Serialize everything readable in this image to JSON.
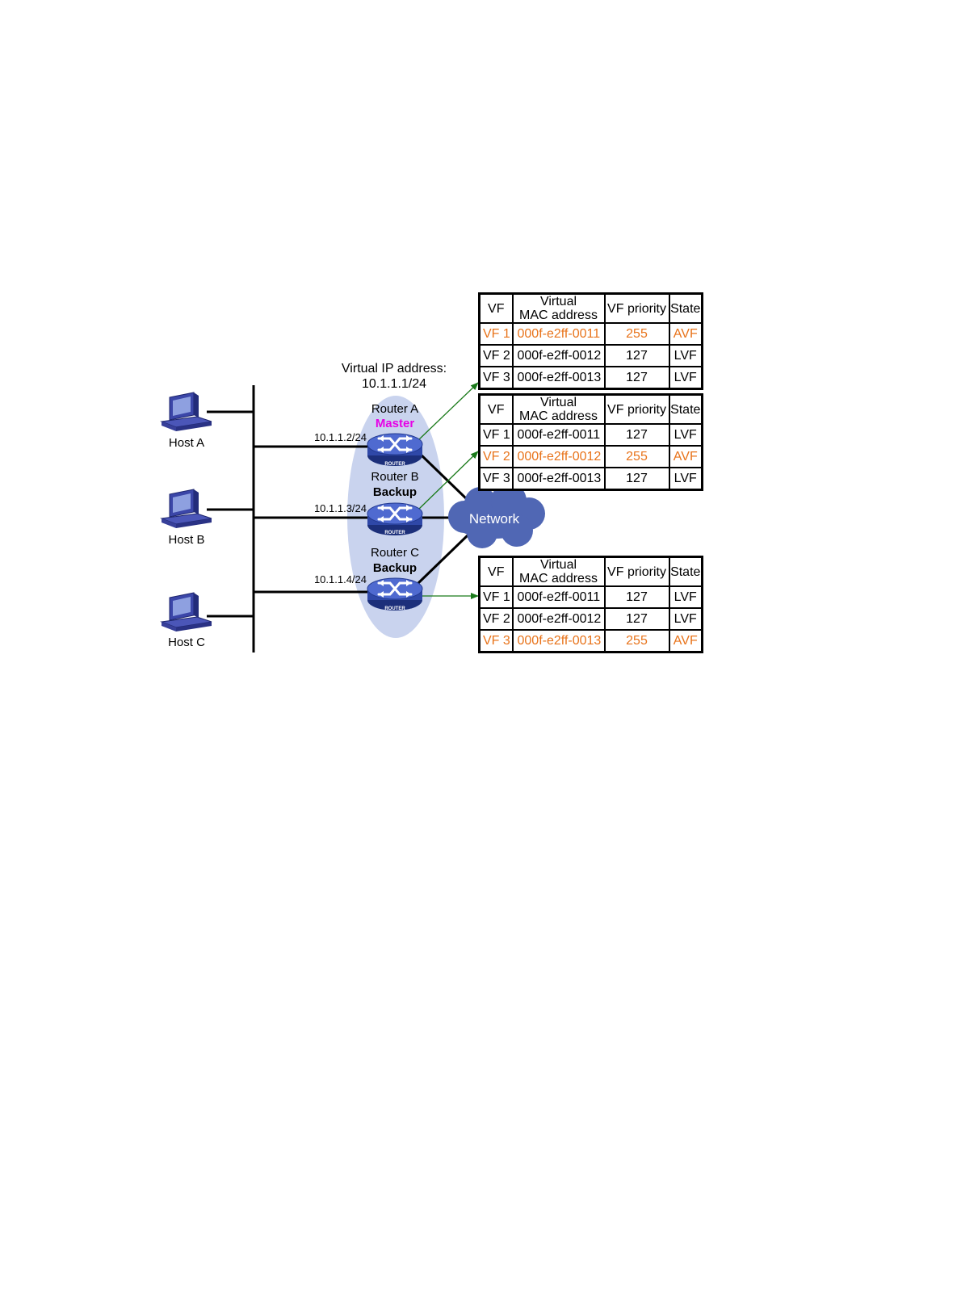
{
  "virtual_ip": {
    "line1": "Virtual IP address:",
    "line2": "10.1.1.1/24"
  },
  "hosts": [
    {
      "name": "Host A"
    },
    {
      "name": "Host B"
    },
    {
      "name": "Host C"
    }
  ],
  "routers": [
    {
      "name": "Router A",
      "role": "Master",
      "ip": "10.1.1.2/24",
      "badge": "ROUTER"
    },
    {
      "name": "Router B",
      "role": "Backup",
      "ip": "10.1.1.3/24",
      "badge": "ROUTER"
    },
    {
      "name": "Router C",
      "role": "Backup",
      "ip": "10.1.1.4/24",
      "badge": "ROUTER"
    }
  ],
  "network": {
    "label": "Network"
  },
  "colors": {
    "master": "#e600e6",
    "active": "#e8731a",
    "cloud": "#5067b4",
    "group": "#c9d3ee",
    "arrow": "#1a7a1a"
  },
  "table_headers": {
    "vf": "VF",
    "mac_line1": "Virtual",
    "mac_line2": "MAC address",
    "priority": "VF priority",
    "state": "State"
  },
  "tables": [
    {
      "rows": [
        {
          "vf": "VF 1",
          "mac": "000f-e2ff-0011",
          "priority": "255",
          "state": "AVF",
          "active": true
        },
        {
          "vf": "VF 2",
          "mac": "000f-e2ff-0012",
          "priority": "127",
          "state": "LVF",
          "active": false
        },
        {
          "vf": "VF 3",
          "mac": "000f-e2ff-0013",
          "priority": "127",
          "state": "LVF",
          "active": false
        }
      ]
    },
    {
      "rows": [
        {
          "vf": "VF 1",
          "mac": "000f-e2ff-0011",
          "priority": "127",
          "state": "LVF",
          "active": false
        },
        {
          "vf": "VF 2",
          "mac": "000f-e2ff-0012",
          "priority": "255",
          "state": "AVF",
          "active": true
        },
        {
          "vf": "VF 3",
          "mac": "000f-e2ff-0013",
          "priority": "127",
          "state": "LVF",
          "active": false
        }
      ]
    },
    {
      "rows": [
        {
          "vf": "VF 1",
          "mac": "000f-e2ff-0011",
          "priority": "127",
          "state": "LVF",
          "active": false
        },
        {
          "vf": "VF 2",
          "mac": "000f-e2ff-0012",
          "priority": "127",
          "state": "LVF",
          "active": false
        },
        {
          "vf": "VF 3",
          "mac": "000f-e2ff-0013",
          "priority": "255",
          "state": "AVF",
          "active": true
        }
      ]
    }
  ]
}
